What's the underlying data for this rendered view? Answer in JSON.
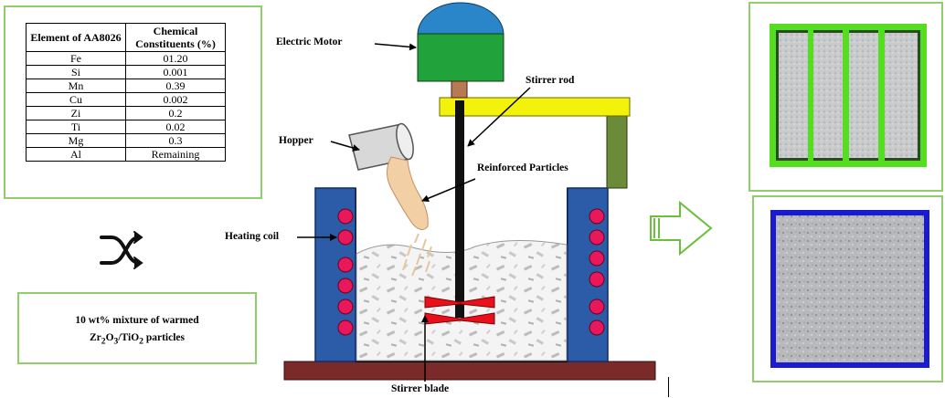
{
  "composition_table": {
    "header_element": "Element of AA8026",
    "header_constituents": "Chemical Constituents (%)",
    "rows": [
      {
        "element": "Fe",
        "value": "01.20"
      },
      {
        "element": "Si",
        "value": "0.001"
      },
      {
        "element": "Mn",
        "value": "0.39"
      },
      {
        "element": "Cu",
        "value": "0.002"
      },
      {
        "element": "Zi",
        "value": "0.2"
      },
      {
        "element": "Ti",
        "value": "0.02"
      },
      {
        "element": "Mg",
        "value": "0.3"
      },
      {
        "element": "Al",
        "value": "Remaining"
      }
    ]
  },
  "mixture_box": {
    "line1": "10 wt% mixture of warmed",
    "line2_a": "Zr",
    "line2_sub1": "2",
    "line2_b": "O",
    "line2_sub2": "3",
    "line2_c": "/TiO",
    "line2_sub3": "2",
    "line2_d": " particles"
  },
  "labels": {
    "electric_motor": "Electric Motor",
    "stirrer_rod": "Stirrer rod",
    "hopper": "Hopper",
    "reinforced_particles": "Reinforced Particles",
    "heating_coil": "Heating coil",
    "stirrer_blade": "Stirrer blade"
  },
  "icons": {
    "shuffle": "shuffle-icon",
    "arrow": "outline-arrow-right-icon"
  },
  "colors": {
    "panel_border": "#8fce6a",
    "motor_dome": "#2a86c8",
    "motor_body": "#22a23a",
    "frame": "#f2f20a",
    "coil_block": "#2c5ba8",
    "coil_dot": "#e8185a",
    "base": "#7a2a28",
    "blade": "#e8101a",
    "photo_top_border": "#55dd22",
    "photo_bottom_border": "#1a1ad0"
  }
}
